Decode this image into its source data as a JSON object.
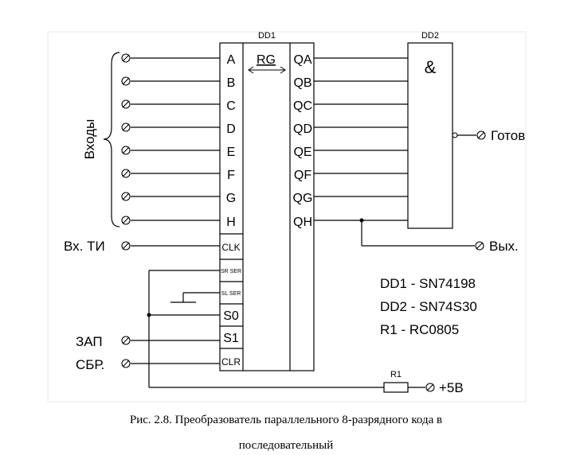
{
  "chips": {
    "dd1": {
      "label": "DD1",
      "func": "RG"
    },
    "dd2": {
      "label": "DD2",
      "func": "&"
    }
  },
  "inputs_group_label": "Входы",
  "dd1_data_pins": [
    "A",
    "B",
    "C",
    "D",
    "E",
    "F",
    "G",
    "H"
  ],
  "dd1_out_pins": [
    "QA",
    "QB",
    "QC",
    "QD",
    "QE",
    "QF",
    "QG",
    "QH"
  ],
  "dd1_control_pins": {
    "clk": "CLK",
    "sr_ser": "SR SER",
    "sl_ser": "SL SER",
    "s0": "S0",
    "s1": "S1",
    "clr": "CLR"
  },
  "signals": {
    "clock_in": "Вх. ТИ",
    "write": "ЗАП",
    "reset": "СБР.",
    "ready": "Готов",
    "output": "Вых.",
    "power": "+5В"
  },
  "resistor": "R1",
  "legend": [
    "DD1 - SN74198",
    "DD2 - SN74S30",
    "R1 - RC0805"
  ],
  "caption_line1": "Рис. 2.8. Преобразователь параллельного 8-разрядного кода в",
  "caption_line2": "последовательный"
}
